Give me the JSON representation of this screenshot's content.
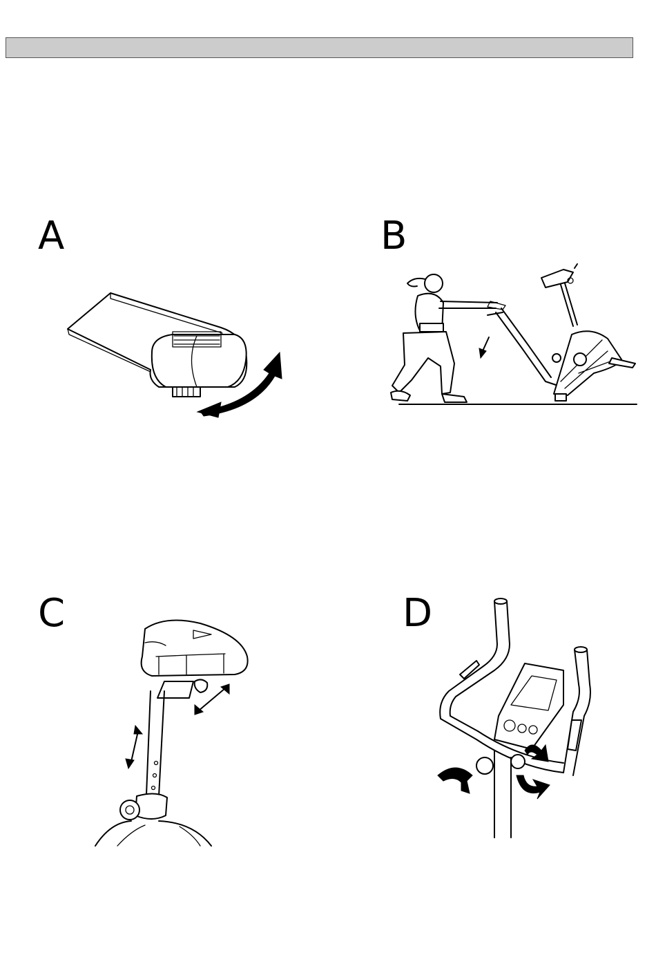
{
  "header": {
    "color": "#cccccc"
  },
  "panels": [
    {
      "id": "A",
      "label": "A",
      "icon": "seat-tilt-illustration"
    },
    {
      "id": "B",
      "label": "B",
      "icon": "bike-moving-illustration"
    },
    {
      "id": "C",
      "label": "C",
      "icon": "seat-height-illustration"
    },
    {
      "id": "D",
      "label": "D",
      "icon": "handlebar-adjust-illustration"
    }
  ]
}
